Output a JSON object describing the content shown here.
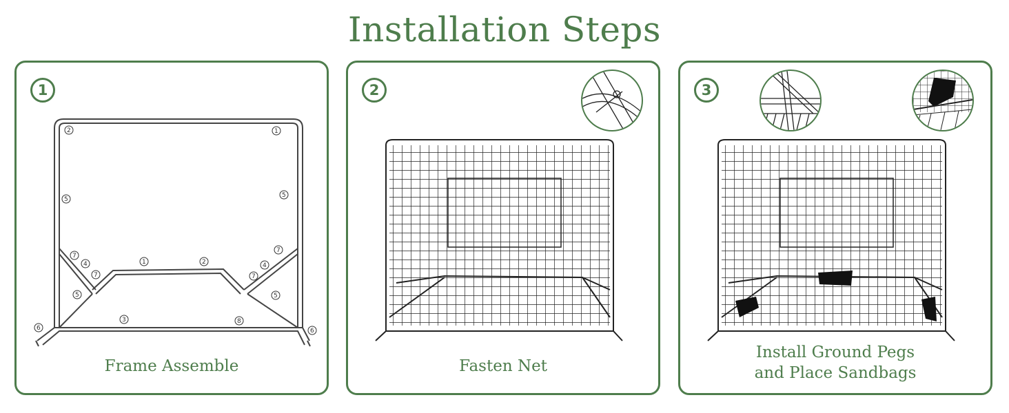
{
  "title": "Installation Steps",
  "steps": [
    {
      "number": "1",
      "caption_lines": [
        "Frame Assemble"
      ]
    },
    {
      "number": "2",
      "caption_lines": [
        "Fasten Net"
      ]
    },
    {
      "number": "3",
      "caption_lines": [
        "Install Ground Pegs",
        "and Place Sandbags"
      ]
    }
  ],
  "parts": [
    "1",
    "2",
    "3",
    "4",
    "5",
    "6",
    "7",
    "8"
  ],
  "colors": {
    "accent": "#4e7d4c",
    "line": "#222222"
  },
  "icons": [
    "frame-diagram",
    "net-diagram",
    "zoom-detail-clip",
    "zoom-detail-peg",
    "zoom-detail-sandbag",
    "sandbag-icon"
  ]
}
